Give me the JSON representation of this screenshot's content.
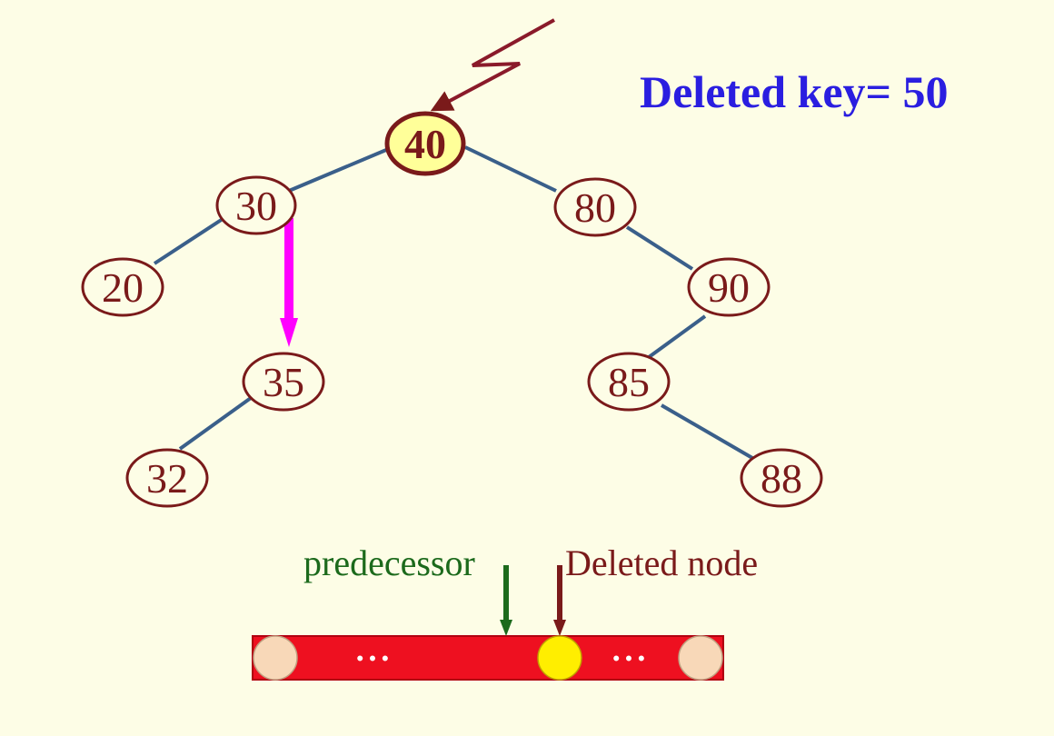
{
  "header": {
    "deleted_key_text": "Deleted key= 50"
  },
  "tree": {
    "root": "40",
    "nodes": [
      "40",
      "30",
      "80",
      "20",
      "90",
      "35",
      "85",
      "32",
      "88"
    ],
    "edges": [
      [
        "40",
        "30"
      ],
      [
        "40",
        "80"
      ],
      [
        "30",
        "20"
      ],
      [
        "30",
        "35"
      ],
      [
        "80",
        "90"
      ],
      [
        "90",
        "85"
      ],
      [
        "35",
        "32"
      ],
      [
        "85",
        "88"
      ]
    ]
  },
  "labels": {
    "predecessor": "predecessor",
    "deleted_node": "Deleted node"
  },
  "array_bar": {
    "ellipsis_left": "• • •",
    "ellipsis_right": "• • •"
  },
  "colors": {
    "background": "#fdfde6",
    "node_stroke": "#7a1a1a",
    "root_fill": "#ffff99",
    "edge": "#3a5f8a",
    "move_arrow": "#ff00ff",
    "array_bar": "#ee1020",
    "highlight_slot": "#ffee00",
    "end_slot": "#f8d8b8",
    "predecessor_arrow": "#1c6a1c",
    "deleted_arrow": "#7a1a1a",
    "title": "#2a1ee0"
  }
}
